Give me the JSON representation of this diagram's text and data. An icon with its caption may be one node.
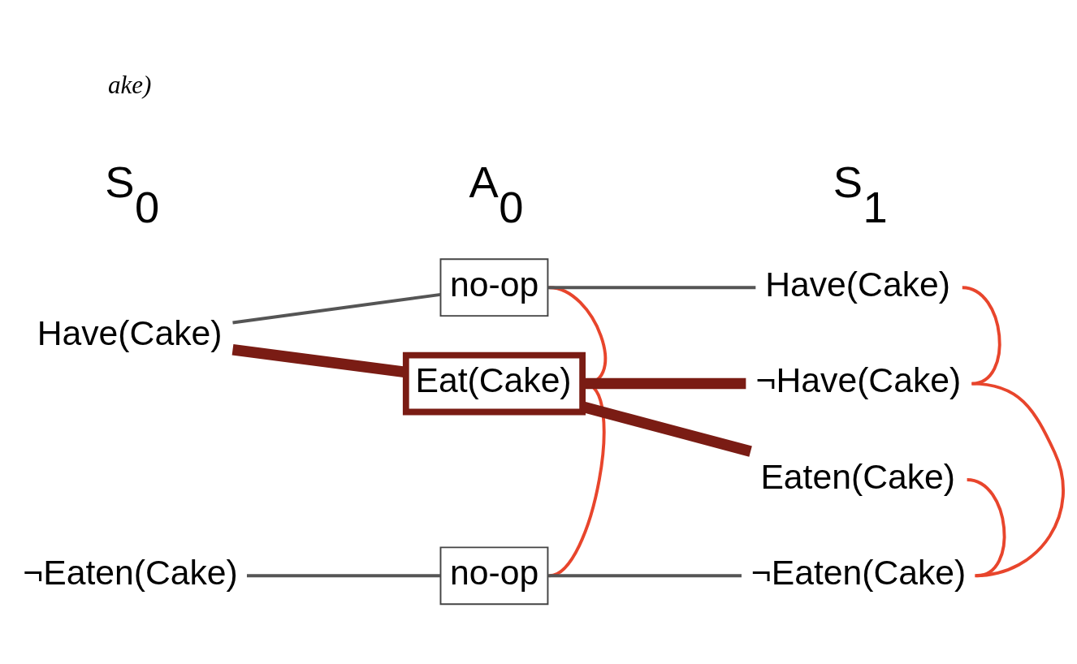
{
  "diagram": {
    "nodes": [
      {
        "text": [
          "Have(Cake)"
        ]
      },
      {
        "text": [
          "¬Eaten(Cake)"
        ]
      },
      {
        "text": [
          "no-op"
        ]
      },
      {
        "text": [
          "Eat(Cake)"
        ]
      },
      {
        "text": [
          "no-op"
        ]
      },
      {
        "text": [
          "Have(Cake)"
        ]
      },
      {
        "text": [
          "¬Have(Cake)"
        ]
      },
      {
        "text": [
          "Eaten(Cake)"
        ]
      },
      {
        "text": [
          "¬Eaten(Cake)"
        ]
      }
    ],
    "edges": [
      {
        "from": 0,
        "to": 2,
        "arrow": "none",
        "color": "#555555"
      },
      {
        "from": 2,
        "to": 5,
        "arrow": "none",
        "color": "#555555"
      },
      {
        "from": 0,
        "to": 3,
        "arrow": "none",
        "style": "thick",
        "color": "#7a1c14"
      },
      {
        "from": 3,
        "to": 6,
        "arrow": "none",
        "style": "thick",
        "color": "#7a1c14"
      },
      {
        "from": 3,
        "to": 7,
        "arrow": "none",
        "style": "thick",
        "color": "#7a1c14"
      },
      {
        "from": 1,
        "to": 4,
        "arrow": "none",
        "color": "#555555"
      },
      {
        "from": 4,
        "to": 8,
        "arrow": "none",
        "color": "#555555"
      },
      {
        "from": 2,
        "to": 3,
        "arrow": "none",
        "color": "#e8452c"
      },
      {
        "from": 3,
        "to": 4,
        "arrow": "none",
        "color": "#e8452c"
      },
      {
        "from": 5,
        "to": 6,
        "arrow": "none",
        "color": "#e8452c"
      },
      {
        "from": 6,
        "to": 8,
        "arrow": "none",
        "color": "#e8452c"
      },
      {
        "from": 7,
        "to": 8,
        "arrow": "none",
        "color": "#e8452c"
      }
    ],
    "labels": [
      "S$_{0}$",
      "A$_{0}$",
      "S$_{1}$",
      "ake)"
    ]
  }
}
